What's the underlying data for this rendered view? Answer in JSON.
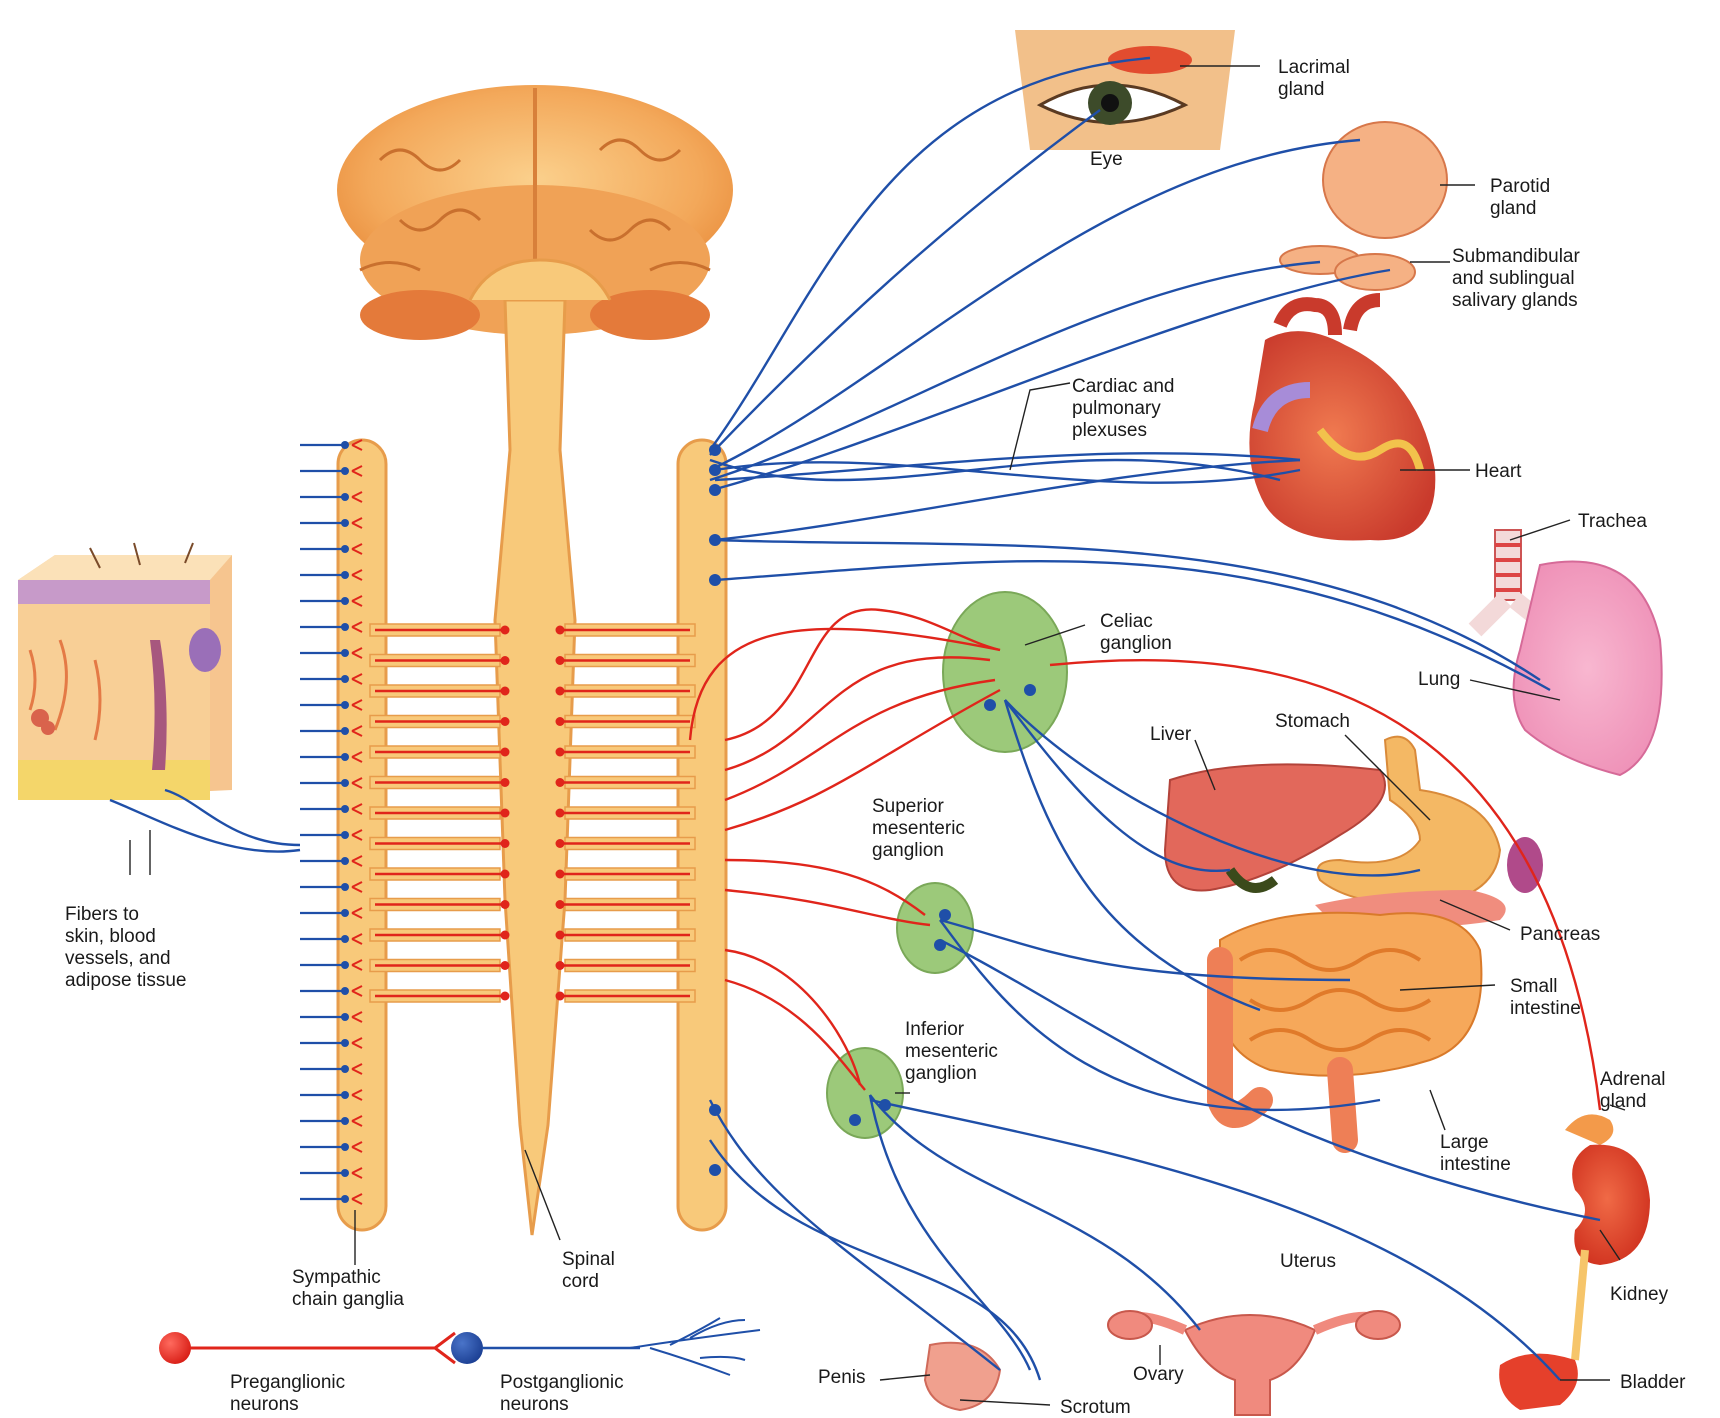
{
  "labels": {
    "lacrimal_gland": [
      "Lacrimal",
      "gland"
    ],
    "eye": [
      "Eye"
    ],
    "parotid_gland": [
      "Parotid",
      "gland"
    ],
    "salivary_glands": [
      "Submandibular",
      "and sublingual",
      "salivary glands"
    ],
    "cardiac_plexuses": [
      "Cardiac and",
      "pulmonary",
      "plexuses"
    ],
    "heart": [
      "Heart"
    ],
    "trachea": [
      "Trachea"
    ],
    "lung": [
      "Lung"
    ],
    "celiac_ganglion": [
      "Celiac",
      "ganglion"
    ],
    "liver": [
      "Liver"
    ],
    "stomach": [
      "Stomach"
    ],
    "superior_mesenteric_ganglion": [
      "Superior",
      "mesenteric",
      "ganglion"
    ],
    "pancreas": [
      "Pancreas"
    ],
    "small_intestine": [
      "Small",
      "intestine"
    ],
    "inferior_mesenteric_ganglion": [
      "Inferior",
      "mesenteric",
      "ganglion"
    ],
    "adrenal_gland": [
      "Adrenal",
      "gland"
    ],
    "large_intestine": [
      "Large",
      "intestine"
    ],
    "kidney": [
      "Kidney"
    ],
    "fibers_to_skin": [
      "Fibers to",
      "skin, blood",
      "vessels, and",
      "adipose tissue"
    ],
    "sympathetic_chain": [
      "Sympathic",
      "chain ganglia"
    ],
    "spinal_cord": [
      "Spinal",
      "cord"
    ],
    "uterus": [
      "Uterus"
    ],
    "penis": [
      "Penis"
    ],
    "ovary": [
      "Ovary"
    ],
    "bladder": [
      "Bladder"
    ],
    "scrotum": [
      "Scrotum"
    ]
  },
  "legend": {
    "preganglionic": [
      "Preganglionic",
      "neurons"
    ],
    "postganglionic": [
      "Postganglionic",
      "neurons"
    ]
  },
  "colors": {
    "preganglionic": "#e0251b",
    "postganglionic": "#1f4fa8",
    "neural_tissue": "#f8c97a",
    "ganglion": "#9cc97a"
  }
}
